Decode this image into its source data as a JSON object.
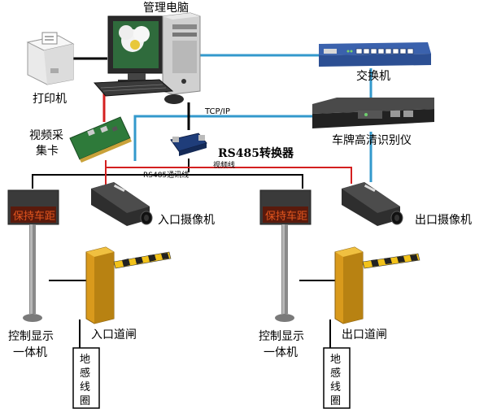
{
  "labels": {
    "computer": "管理电脑",
    "printer": "打印机",
    "capture_card_1": "视频采",
    "capture_card_2": "集卡",
    "switch": "交换机",
    "recognizer": "车牌高清识别仪",
    "tcpip": "TCP/IP",
    "rs485_converter": "RS485转换器",
    "rs485_line": "RS485通讯线",
    "video_line": "视频线",
    "entry_camera": "入口摄像机",
    "exit_camera": "出口摄像机",
    "entry_display_1": "控制显示",
    "entry_display_2": "一体机",
    "exit_display_1": "控制显示",
    "exit_display_2": "一体机",
    "entry_gate": "入口道闸",
    "exit_gate": "出口道闸",
    "led_text": "保持车距",
    "loop_chars": [
      "地",
      "感",
      "线",
      "圈"
    ]
  },
  "colors": {
    "rs485": "#000000",
    "network": "#3399cc",
    "video": "#d42020",
    "led_bg": "#5a1a0c",
    "led_text": "#e2551e",
    "barrier_yellow": "#f2c21a",
    "gate_housing": "#d99a1c",
    "switch_blue": "#2c4f93"
  }
}
